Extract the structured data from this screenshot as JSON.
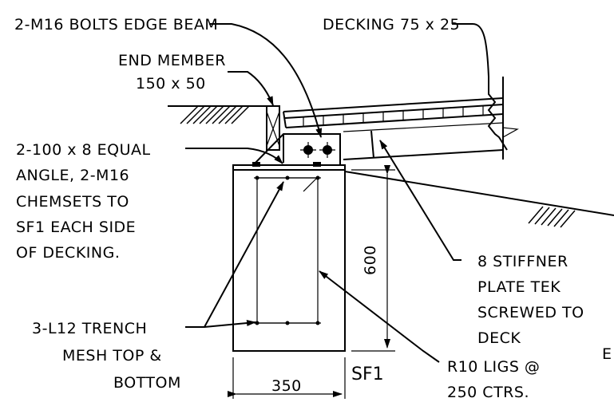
{
  "labels": {
    "bolts": "2-M16 BOLTS EDGE BEAM",
    "decking": "DECKING 75 x 25",
    "end_member_1": "END MEMBER",
    "end_member_2": "150 x 50",
    "angle_1": "2-100 x 8 EQUAL",
    "angle_2": "ANGLE, 2-M16",
    "angle_3": "CHEMSETS TO",
    "angle_4": "SF1 EACH SIDE",
    "angle_5": "OF DECKING.",
    "stiffner_1": "8 STIFFNER",
    "stiffner_2": "PLATE TEK",
    "stiffner_3": "SCREWED TO",
    "stiffner_4": "DECK",
    "mesh_1": "3-L12 TRENCH",
    "mesh_2": "MESH TOP &",
    "mesh_3": "BOTTOM",
    "ligs_1": "R10 LIGS @",
    "ligs_2": "250 CTRS.",
    "dim_height": "600",
    "dim_width": "350",
    "footing_tag": "SF1",
    "edge_letter": "E"
  }
}
